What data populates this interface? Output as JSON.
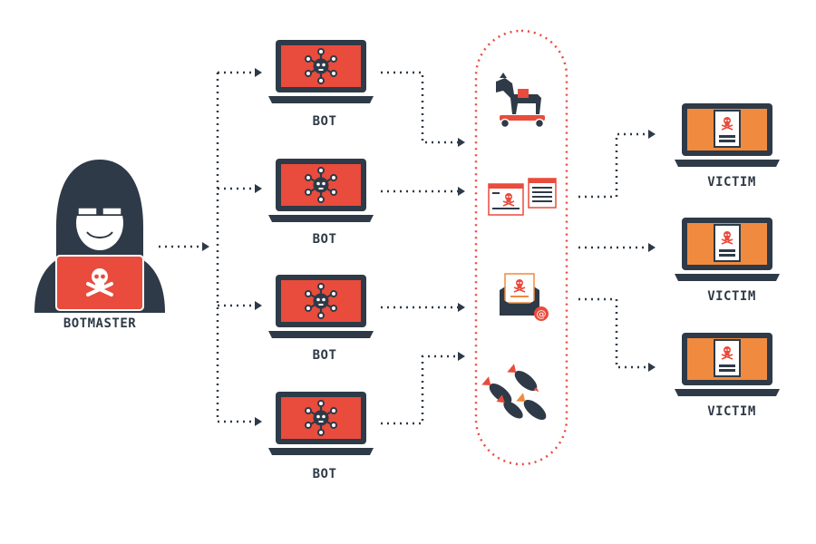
{
  "colors": {
    "dark": "#2e3a47",
    "bot_screen": "#e94b3c",
    "victim_screen": "#f08a3e",
    "capsule_border": "#e94b3c",
    "arrow": "#2e3a47"
  },
  "botmaster": {
    "label": "BOTMASTER",
    "icon": "hooded-hacker-icon"
  },
  "bots": [
    {
      "label": "BOT",
      "icon": "virus-icon"
    },
    {
      "label": "BOT",
      "icon": "virus-icon"
    },
    {
      "label": "BOT",
      "icon": "virus-icon"
    },
    {
      "label": "BOT",
      "icon": "virus-icon"
    }
  ],
  "attacks": [
    {
      "icon": "trojan-horse-icon"
    },
    {
      "icon": "spam-pages-icon"
    },
    {
      "icon": "phishing-email-icon"
    },
    {
      "icon": "bombs-icon"
    }
  ],
  "victims": [
    {
      "label": "VICTIM",
      "icon": "infected-document-icon"
    },
    {
      "label": "VICTIM",
      "icon": "infected-document-icon"
    },
    {
      "label": "VICTIM",
      "icon": "infected-document-icon"
    }
  ]
}
